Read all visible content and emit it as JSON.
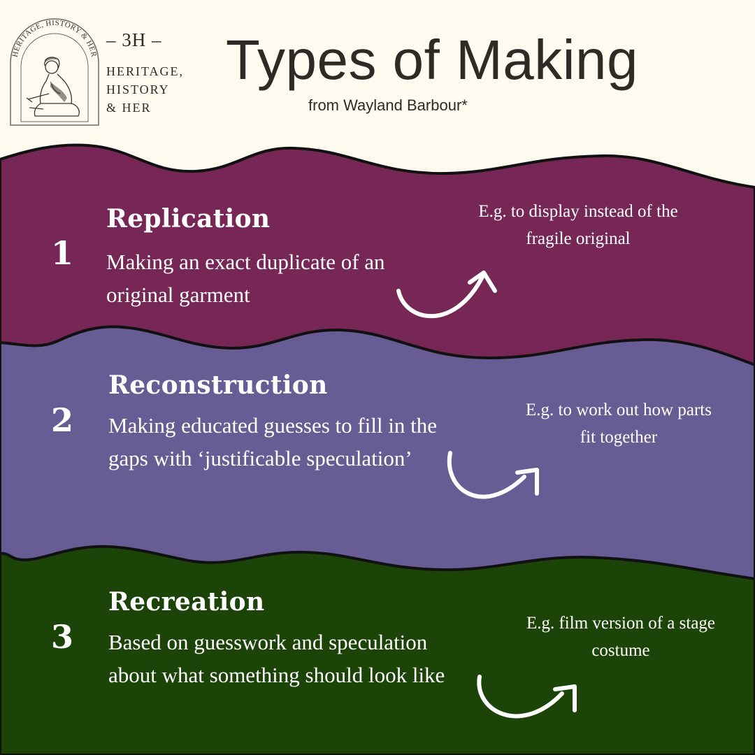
{
  "logo": {
    "arc_text": "HERITAGE, HISTORY & HER",
    "mark": "– 3H –",
    "line1": "HERITAGE,",
    "line2": "HISTORY",
    "line3": "& HER"
  },
  "header": {
    "title": "Types of Making",
    "subtitle": "from Wayland Barbour*"
  },
  "sections": [
    {
      "number": "1",
      "heading": "Replication",
      "description": "Making an exact duplicate of an original garment",
      "example": "E.g. to display instead of the fragile original",
      "color": "#762756"
    },
    {
      "number": "2",
      "heading": "Reconstruction",
      "description": "Making educated guesses to fill in the gaps with ‘justificable speculation’",
      "example": "E.g. to work out how parts fit together",
      "color": "#675c93"
    },
    {
      "number": "3",
      "heading": "Recreation",
      "description": "Based on guesswork and speculation about what something should look like",
      "example": "E.g. film version of a stage costume",
      "color": "#1c4409"
    }
  ],
  "colors": {
    "background": "#fdfbef",
    "text_dark": "#2e2a26",
    "outline": "#111111",
    "text_light": "#ffffff"
  },
  "icons": [
    "curved-arrow-icon",
    "logo-badge-icon"
  ]
}
